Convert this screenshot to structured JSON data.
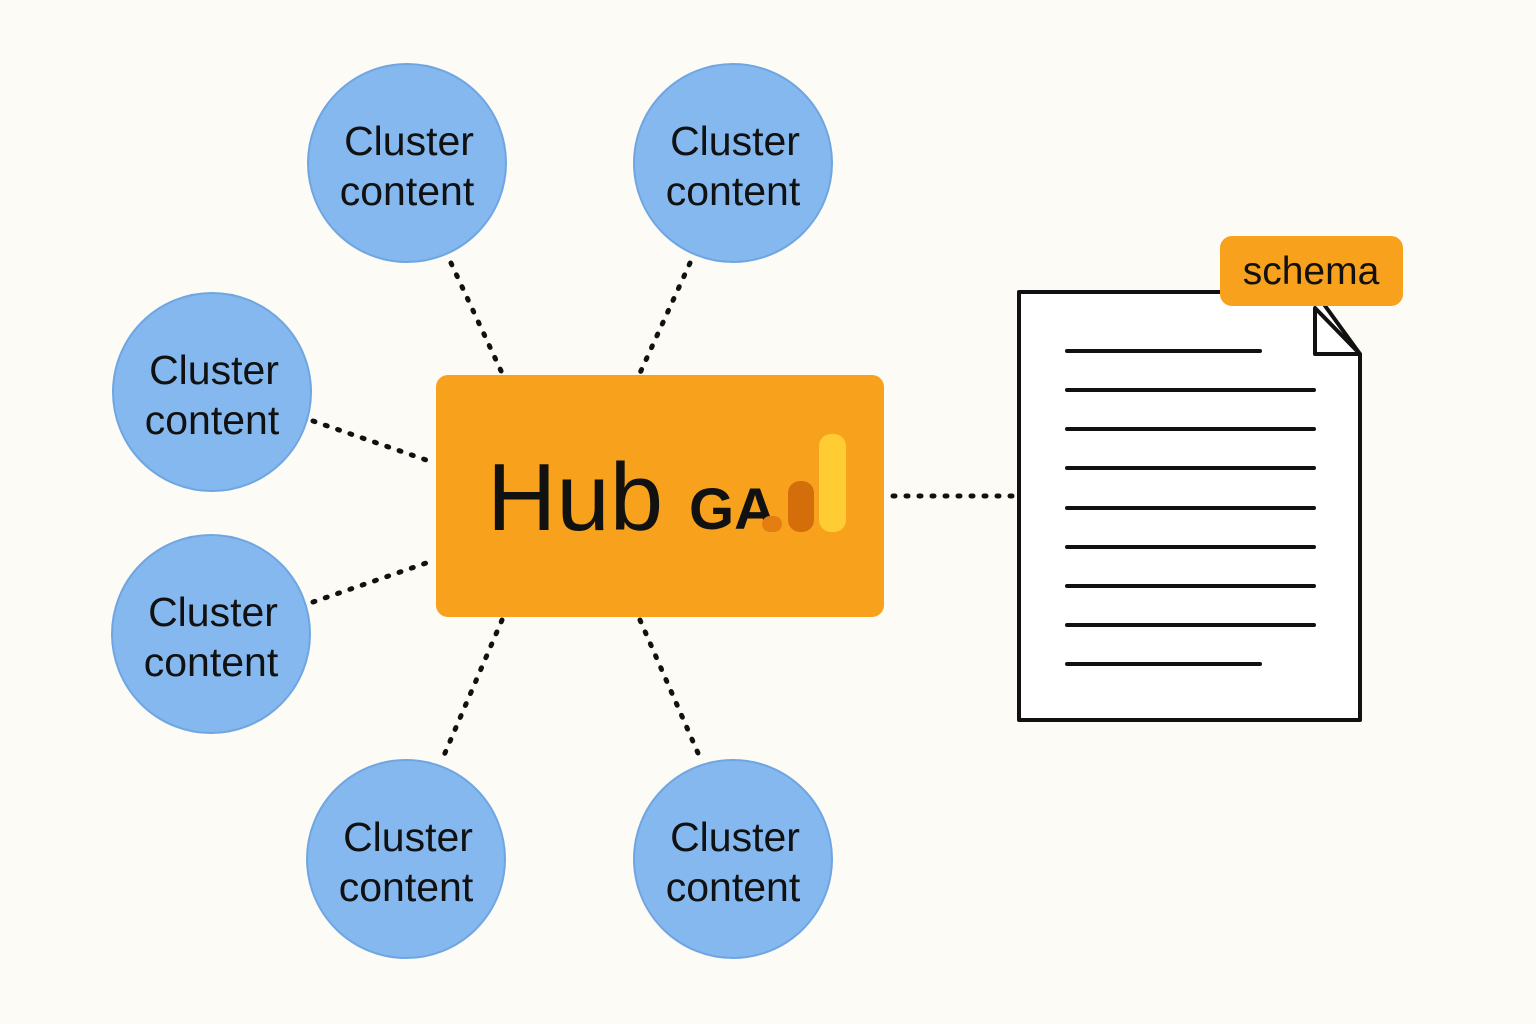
{
  "colors": {
    "background": "#FCFBF6",
    "cluster_fill": "#84B8EE",
    "cluster_stroke": "#6FA6E2",
    "hub_fill": "#F7A11C",
    "schema_fill": "#F7A11C",
    "ink": "#111111",
    "ga_bar_small": "#E37E12",
    "ga_bar_mid": "#D46E0B",
    "ga_bar_tall": "#FFCC33"
  },
  "clusters": [
    {
      "line1": "Cluster",
      "line2": "content"
    },
    {
      "line1": "Cluster",
      "line2": "content"
    },
    {
      "line1": "Cluster",
      "line2": "content"
    },
    {
      "line1": "Cluster",
      "line2": "content"
    },
    {
      "line1": "Cluster",
      "line2": "content"
    },
    {
      "line1": "Cluster",
      "line2": "content"
    }
  ],
  "hub": {
    "label": "Hub",
    "logo_text": "GA",
    "logo_icon": "analytics-bars-icon"
  },
  "document": {
    "icon": "document-icon",
    "badge": "schema"
  }
}
